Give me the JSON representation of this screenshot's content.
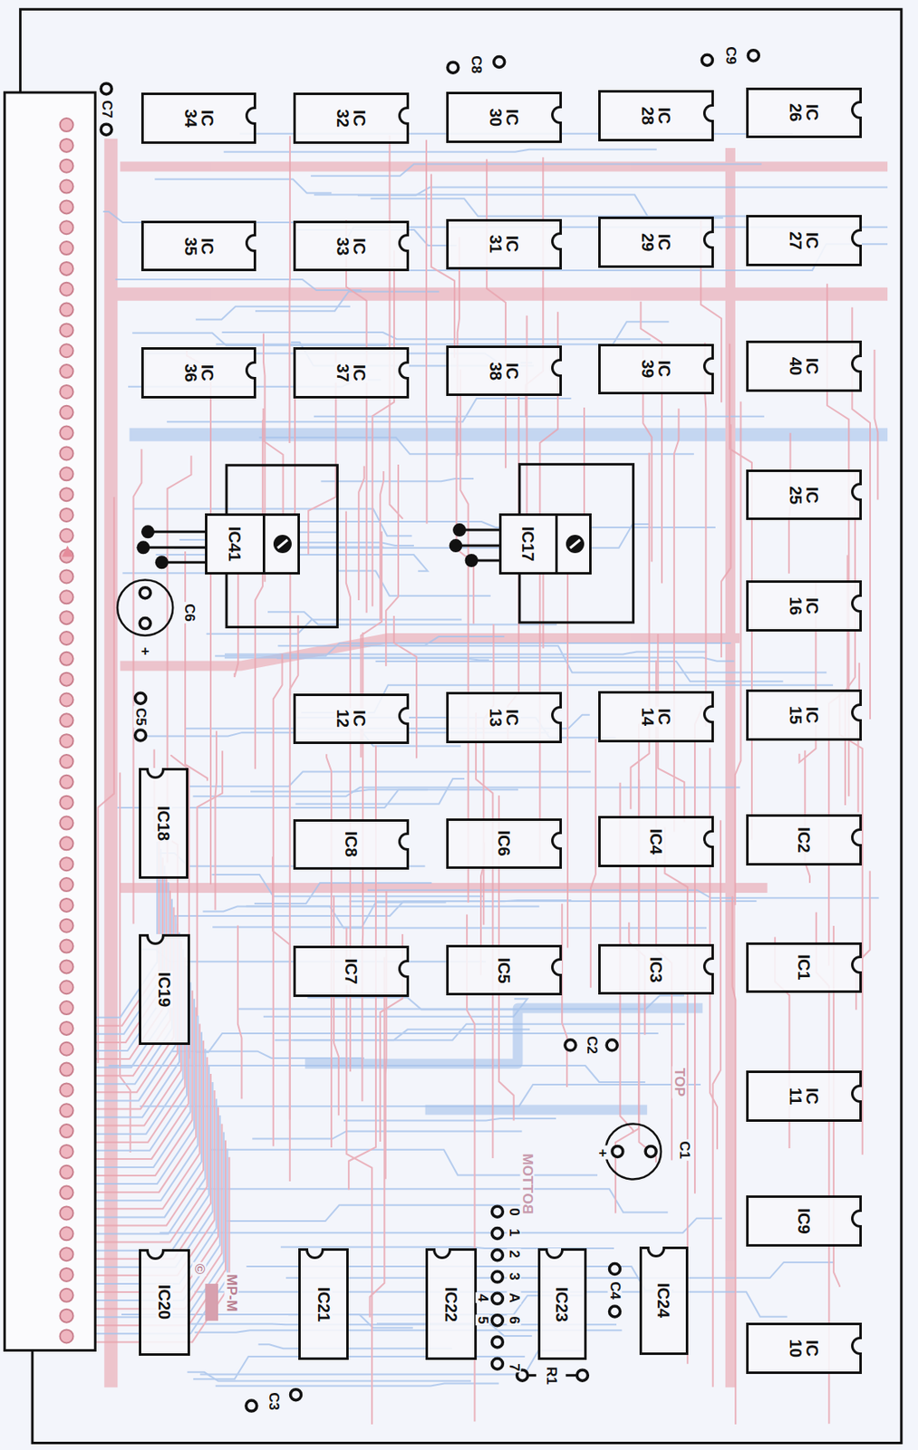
{
  "diagram": {
    "nodes": [
      {
        "text": [
          "IC 34"
        ]
      },
      {
        "text": [
          "IC 32"
        ]
      },
      {
        "text": [
          "IC 30"
        ]
      },
      {
        "text": [
          "IC 28"
        ]
      },
      {
        "text": [
          "IC 26"
        ]
      },
      {
        "text": [
          "IC 35"
        ]
      },
      {
        "text": [
          "IC 33"
        ]
      },
      {
        "text": [
          "IC 31"
        ]
      },
      {
        "text": [
          "IC 29"
        ]
      },
      {
        "text": [
          "IC 27"
        ]
      },
      {
        "text": [
          "IC 36"
        ]
      },
      {
        "text": [
          "IC 37"
        ]
      },
      {
        "text": [
          "IC 38"
        ]
      },
      {
        "text": [
          "IC 39"
        ]
      },
      {
        "text": [
          "IC 40"
        ]
      },
      {
        "text": [
          "IC 25"
        ]
      },
      {
        "text": [
          "IC41"
        ]
      },
      {
        "text": [
          "IC17"
        ]
      },
      {
        "text": [
          "IC 16"
        ]
      },
      {
        "text": [
          "IC 12"
        ]
      },
      {
        "text": [
          "IC 13"
        ]
      },
      {
        "text": [
          "IC 14"
        ]
      },
      {
        "text": [
          "IC 15"
        ]
      },
      {
        "text": [
          "IC18"
        ]
      },
      {
        "text": [
          "IC8"
        ]
      },
      {
        "text": [
          "IC6"
        ]
      },
      {
        "text": [
          "IC4"
        ]
      },
      {
        "text": [
          "IC2"
        ]
      },
      {
        "text": [
          "IC19"
        ]
      },
      {
        "text": [
          "IC7"
        ]
      },
      {
        "text": [
          "IC5"
        ]
      },
      {
        "text": [
          "IC3"
        ]
      },
      {
        "text": [
          "IC1"
        ]
      },
      {
        "text": [
          "IC 11"
        ]
      },
      {
        "text": [
          "IC9"
        ]
      },
      {
        "text": [
          "IC 10"
        ]
      },
      {
        "text": [
          "IC20"
        ]
      },
      {
        "text": [
          "IC21"
        ]
      },
      {
        "text": [
          "IC22"
        ]
      },
      {
        "text": [
          "IC23"
        ]
      },
      {
        "text": [
          "IC24"
        ]
      }
    ],
    "labels": [
      "C7",
      "C8",
      "C9",
      "C6",
      "+",
      "C5",
      "C2",
      "C1",
      "+",
      "C4",
      "C3",
      "R1",
      "0",
      "1",
      "2",
      "3",
      "A",
      "6",
      "7",
      "4",
      "5",
      "TOP",
      "BOTTOM",
      "MP-M",
      "©"
    ]
  }
}
